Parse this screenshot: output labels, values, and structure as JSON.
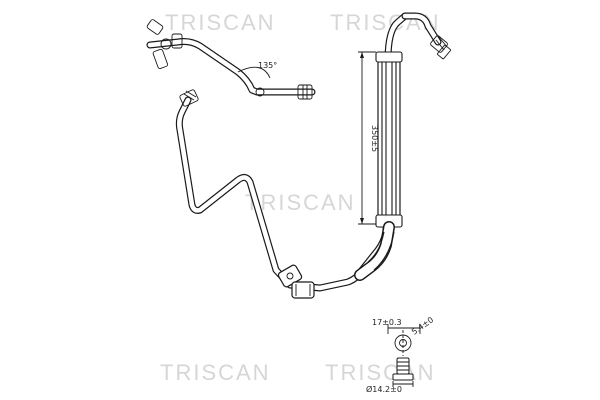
{
  "watermarks": [
    "TRISCAN",
    "TRISCAN",
    "TRISCAN",
    "TRISCAN",
    "TRISCAN"
  ],
  "dimensions": {
    "angle": "135°",
    "length": "350±5",
    "width": "17±0.3",
    "thread": "5.4±0",
    "diameter": "Ø14.2±0"
  }
}
